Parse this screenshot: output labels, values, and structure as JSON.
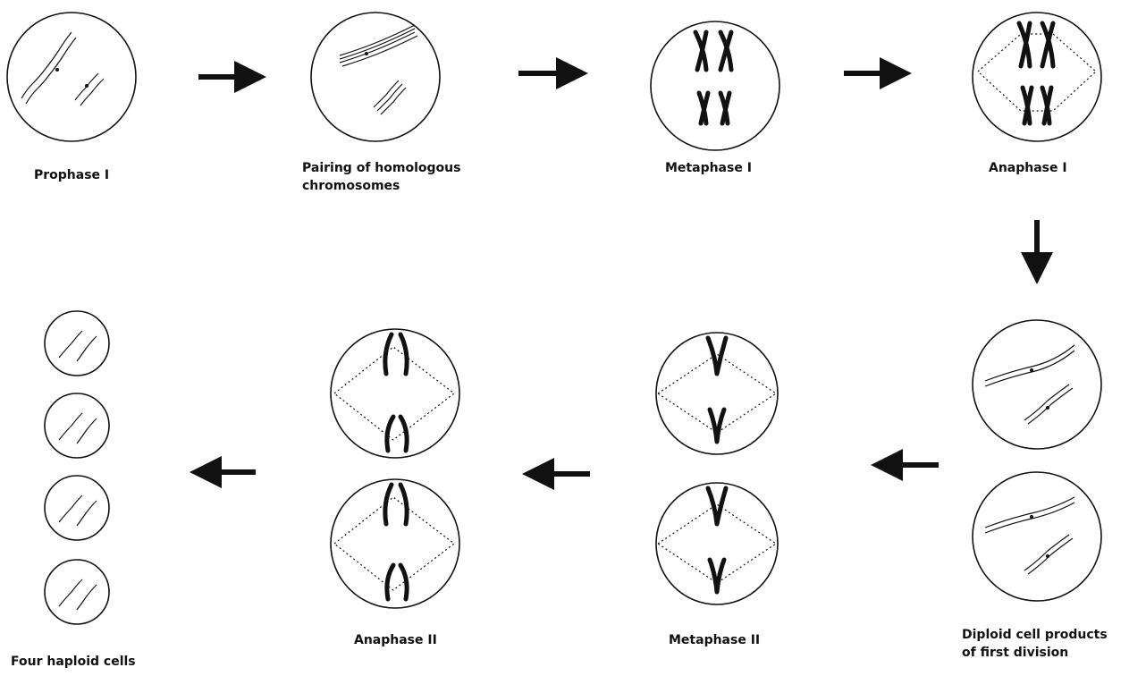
{
  "stages": {
    "prophase_1": "Prophase I",
    "pairing": [
      "Pairing of homologous",
      "chromosomes"
    ],
    "metaphase_1": "Metaphase I",
    "anaphase_1": "Anaphase I",
    "diploid_products": [
      "Diploid cell products",
      "of first division"
    ],
    "metaphase_2": "Metaphase II",
    "anaphase_2": "Anaphase II",
    "four_haploid": "Four haploid cells"
  },
  "colors": {
    "ink": "#111111",
    "background": "#ffffff"
  }
}
